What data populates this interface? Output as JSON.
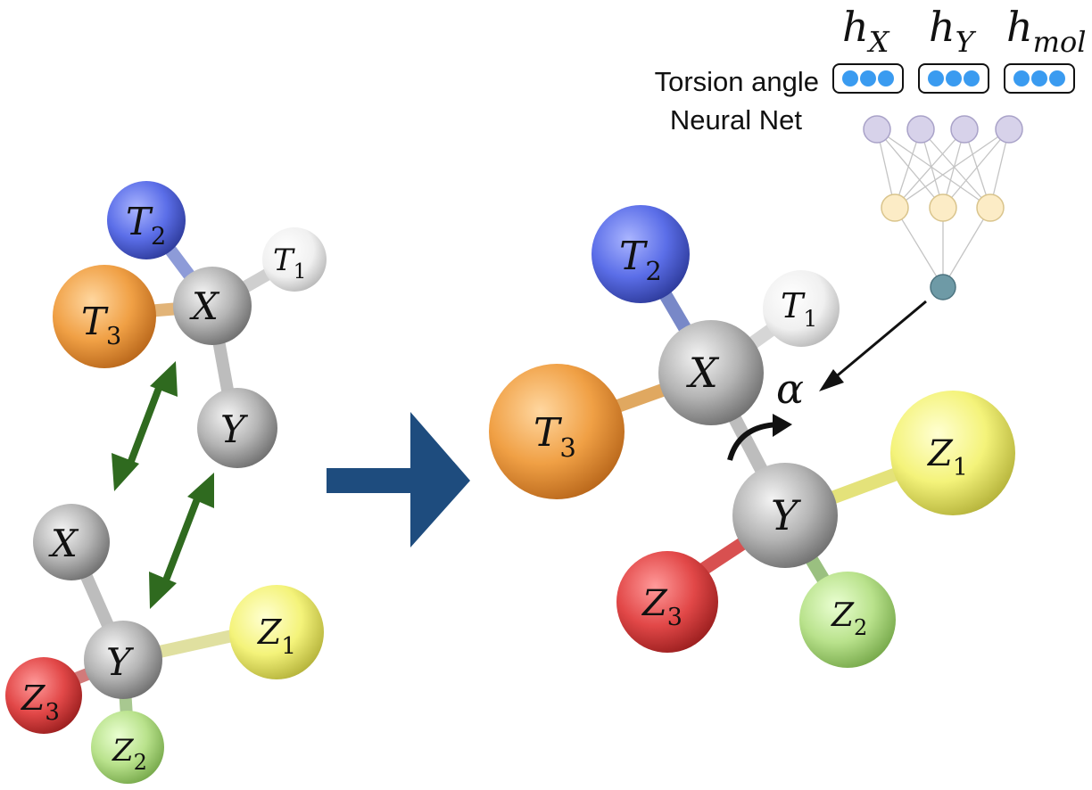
{
  "colors": {
    "carbon": "#9e9e9e",
    "blue_atom": "#5b6ee8",
    "orange_atom": "#f0a045",
    "white_atom": "#f2f2f2",
    "yellow_atom": "#f4f37a",
    "red_atom": "#e24848",
    "green_atom": "#b9e28c",
    "double_arrow": "#2f6a1f",
    "big_arrow": "#1e4c7e",
    "embed_dot": "#3a9bf0",
    "nn_input": "#d7d2ea",
    "nn_hidden": "#fcecc6",
    "nn_output": "#6e9aa6"
  },
  "icons": {
    "big_arrow": "right-arrow-icon",
    "double_arrow": "double-headed-arrow-icon",
    "rotation": "curved-arrow-icon"
  },
  "fragment_top": {
    "T2": {
      "base": "T",
      "sub": "2"
    },
    "T1": {
      "base": "T",
      "sub": "1"
    },
    "T3": {
      "base": "T",
      "sub": "3"
    },
    "X": {
      "base": "X",
      "sub": ""
    },
    "Y": {
      "base": "Y",
      "sub": ""
    }
  },
  "fragment_bottom": {
    "X": {
      "base": "X",
      "sub": ""
    },
    "Y": {
      "base": "Y",
      "sub": ""
    },
    "Z1": {
      "base": "Z",
      "sub": "1"
    },
    "Z2": {
      "base": "Z",
      "sub": "2"
    },
    "Z3": {
      "base": "Z",
      "sub": "3"
    }
  },
  "combined": {
    "T2": {
      "base": "T",
      "sub": "2"
    },
    "T1": {
      "base": "T",
      "sub": "1"
    },
    "T3": {
      "base": "T",
      "sub": "3"
    },
    "X": {
      "base": "X",
      "sub": ""
    },
    "Y": {
      "base": "Y",
      "sub": ""
    },
    "Z1": {
      "base": "Z",
      "sub": "1"
    },
    "Z2": {
      "base": "Z",
      "sub": "2"
    },
    "Z3": {
      "base": "Z",
      "sub": "3"
    },
    "alpha": "α"
  },
  "network": {
    "label_line1": "Torsion angle",
    "label_line2": "Neural Net",
    "embeddings": [
      {
        "base": "h",
        "sub": "X"
      },
      {
        "base": "h",
        "sub": "Y"
      },
      {
        "base": "h",
        "sub": "mol"
      }
    ]
  }
}
